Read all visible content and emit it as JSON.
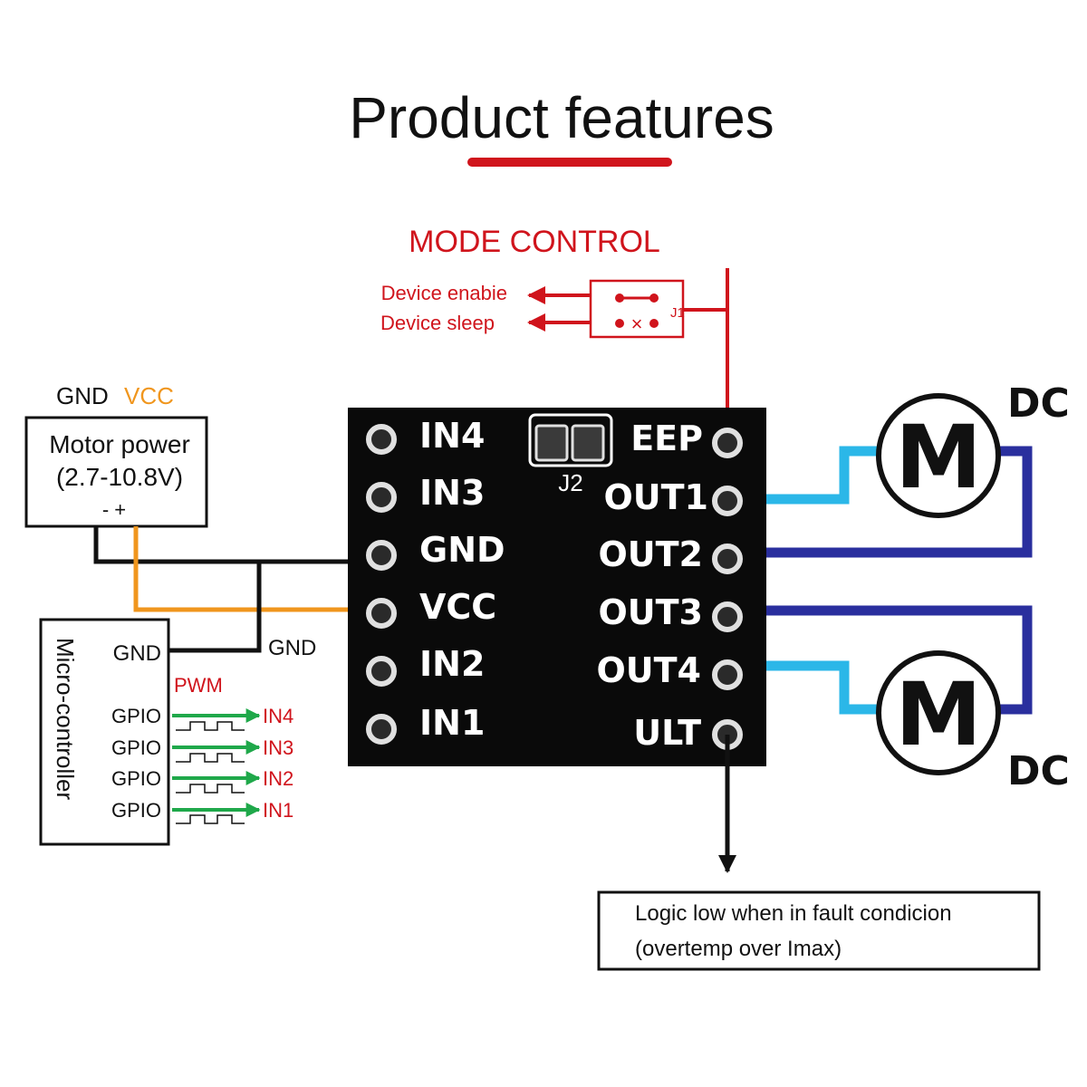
{
  "title": "Product features",
  "mode_control": {
    "heading": "MODE CONTROL",
    "enable_label": "Device enabie",
    "sleep_label": "Device sleep",
    "jumper_label": "J1"
  },
  "motor_power": {
    "gnd_label": "GND",
    "vcc_label": "VCC",
    "title": "Motor power",
    "range": "(2.7-10.8V)",
    "polarity": "- +"
  },
  "micro_controller": {
    "title": "Micro-controller",
    "gnd_label": "GND",
    "gnd_wire_label": "GND",
    "pwm_label": "PWM",
    "gpio_rows": [
      {
        "gpio": "GPIO",
        "target": "IN4"
      },
      {
        "gpio": "GPIO",
        "target": "IN3"
      },
      {
        "gpio": "GPIO",
        "target": "IN2"
      },
      {
        "gpio": "GPIO",
        "target": "IN1"
      }
    ]
  },
  "board": {
    "left_pins": [
      "IN4",
      "IN3",
      "GND",
      "VCC",
      "IN2",
      "IN1"
    ],
    "right_pins": [
      "EEP",
      "OUT1",
      "OUT2",
      "OUT3",
      "OUT4",
      "ULT"
    ],
    "jumper_label": "J2"
  },
  "motors": [
    {
      "symbol": "M",
      "type": "DC"
    },
    {
      "symbol": "M",
      "type": "DC"
    }
  ],
  "fault_box": {
    "line1": "Logic low when in fault condicion",
    "line2": "(overtemp over Imax)"
  },
  "colors": {
    "accent_red": "#d0141c",
    "wire_orange": "#f0961e",
    "wire_cyan": "#2bb7e8",
    "wire_navy": "#2a2f9e",
    "signal_green": "#1fa84a",
    "board_black": "#0a0a0a"
  }
}
